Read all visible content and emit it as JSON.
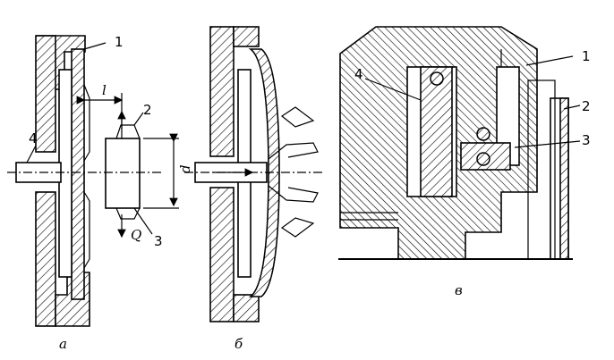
{
  "figure": {
    "panel_a": {
      "caption": "а",
      "labels": {
        "n1": "1",
        "n2": "2",
        "n3": "3",
        "n4": "4",
        "l": "l",
        "d": "d",
        "Q": "Q"
      }
    },
    "panel_b": {
      "caption": "б"
    },
    "panel_v": {
      "caption": "в",
      "labels": {
        "n1": "1",
        "n2": "2",
        "n3": "3",
        "n4": "4"
      }
    }
  }
}
